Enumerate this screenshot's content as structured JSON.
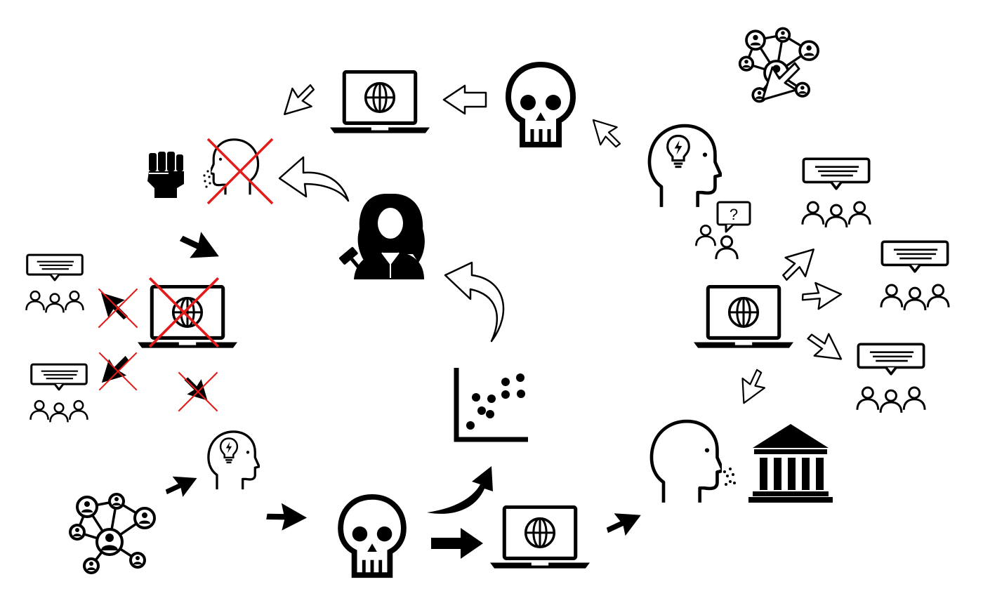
{
  "diagram": {
    "colors": {
      "ink": "#000000",
      "paper": "#ffffff",
      "cross": "#e21b1b"
    },
    "help_bubble_glyph": "?",
    "nodes": [
      {
        "id": "network-top-right",
        "icon": "social-network-icon"
      },
      {
        "id": "idea-head-top-right",
        "icon": "idea-head-icon"
      },
      {
        "id": "skull-top",
        "icon": "skull-icon"
      },
      {
        "id": "laptop-top",
        "icon": "laptop-globe-icon"
      },
      {
        "id": "censored-speaker",
        "icon": "speaking-head-icon",
        "crossed": true
      },
      {
        "id": "raised-fist",
        "icon": "raised-fist-icon"
      },
      {
        "id": "judge",
        "icon": "judge-icon"
      },
      {
        "id": "laptop-left",
        "icon": "laptop-globe-icon",
        "crossed": true
      },
      {
        "id": "audience-left-top",
        "icon": "audience-speech-icon"
      },
      {
        "id": "audience-left-bottom",
        "icon": "audience-speech-icon"
      },
      {
        "id": "scatter-plot",
        "icon": "scatter-chart-icon"
      },
      {
        "id": "network-bottom-left",
        "icon": "social-network-icon"
      },
      {
        "id": "idea-head-bottom",
        "icon": "idea-head-icon"
      },
      {
        "id": "skull-bottom",
        "icon": "skull-icon"
      },
      {
        "id": "laptop-bottom",
        "icon": "laptop-globe-icon"
      },
      {
        "id": "speaker-bottom-right",
        "icon": "speaking-head-icon"
      },
      {
        "id": "institution",
        "icon": "institution-icon"
      },
      {
        "id": "laptop-right",
        "icon": "laptop-globe-icon"
      },
      {
        "id": "questioning-person",
        "icon": "question-person-icon"
      },
      {
        "id": "audience-right-1",
        "icon": "audience-speech-icon"
      },
      {
        "id": "audience-right-2",
        "icon": "audience-speech-icon"
      },
      {
        "id": "audience-right-3",
        "icon": "audience-speech-icon"
      }
    ]
  }
}
